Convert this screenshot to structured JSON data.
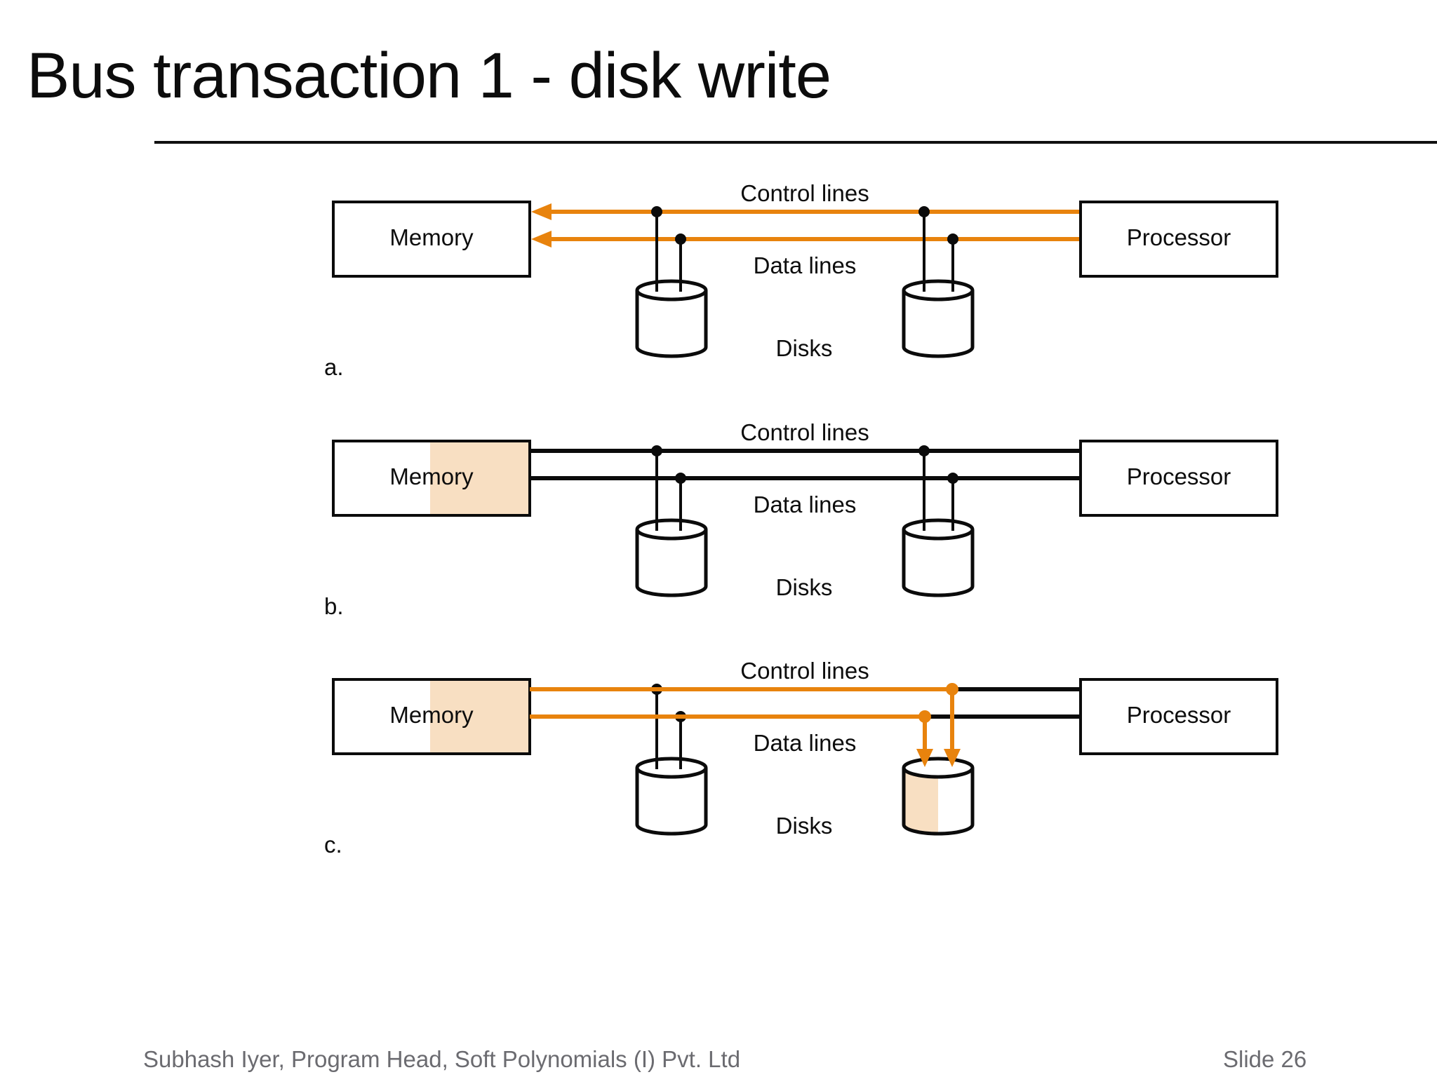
{
  "slide": {
    "title": "Bus transaction 1 - disk write"
  },
  "colors": {
    "accent_orange": "#E8830D",
    "highlight_peach": "#F8DFC2",
    "line_black": "#0B0B0B",
    "footer_gray": "#6B6B70"
  },
  "diagrams": [
    {
      "letter": "a.",
      "memory_label": "Memory",
      "processor_label": "Processor",
      "control_lines_label": "Control lines",
      "data_lines_label": "Data lines",
      "disks_label": "Disks"
    },
    {
      "letter": "b.",
      "memory_label": "Memory",
      "processor_label": "Processor",
      "control_lines_label": "Control lines",
      "data_lines_label": "Data lines",
      "disks_label": "Disks"
    },
    {
      "letter": "c.",
      "memory_label": "Memory",
      "processor_label": "Processor",
      "control_lines_label": "Control lines",
      "data_lines_label": "Data lines",
      "disks_label": "Disks"
    }
  ],
  "footer": {
    "credit": "Subhash Iyer, Program Head, Soft Polynomials (I) Pvt. Ltd",
    "slide_number": "Slide 26"
  }
}
